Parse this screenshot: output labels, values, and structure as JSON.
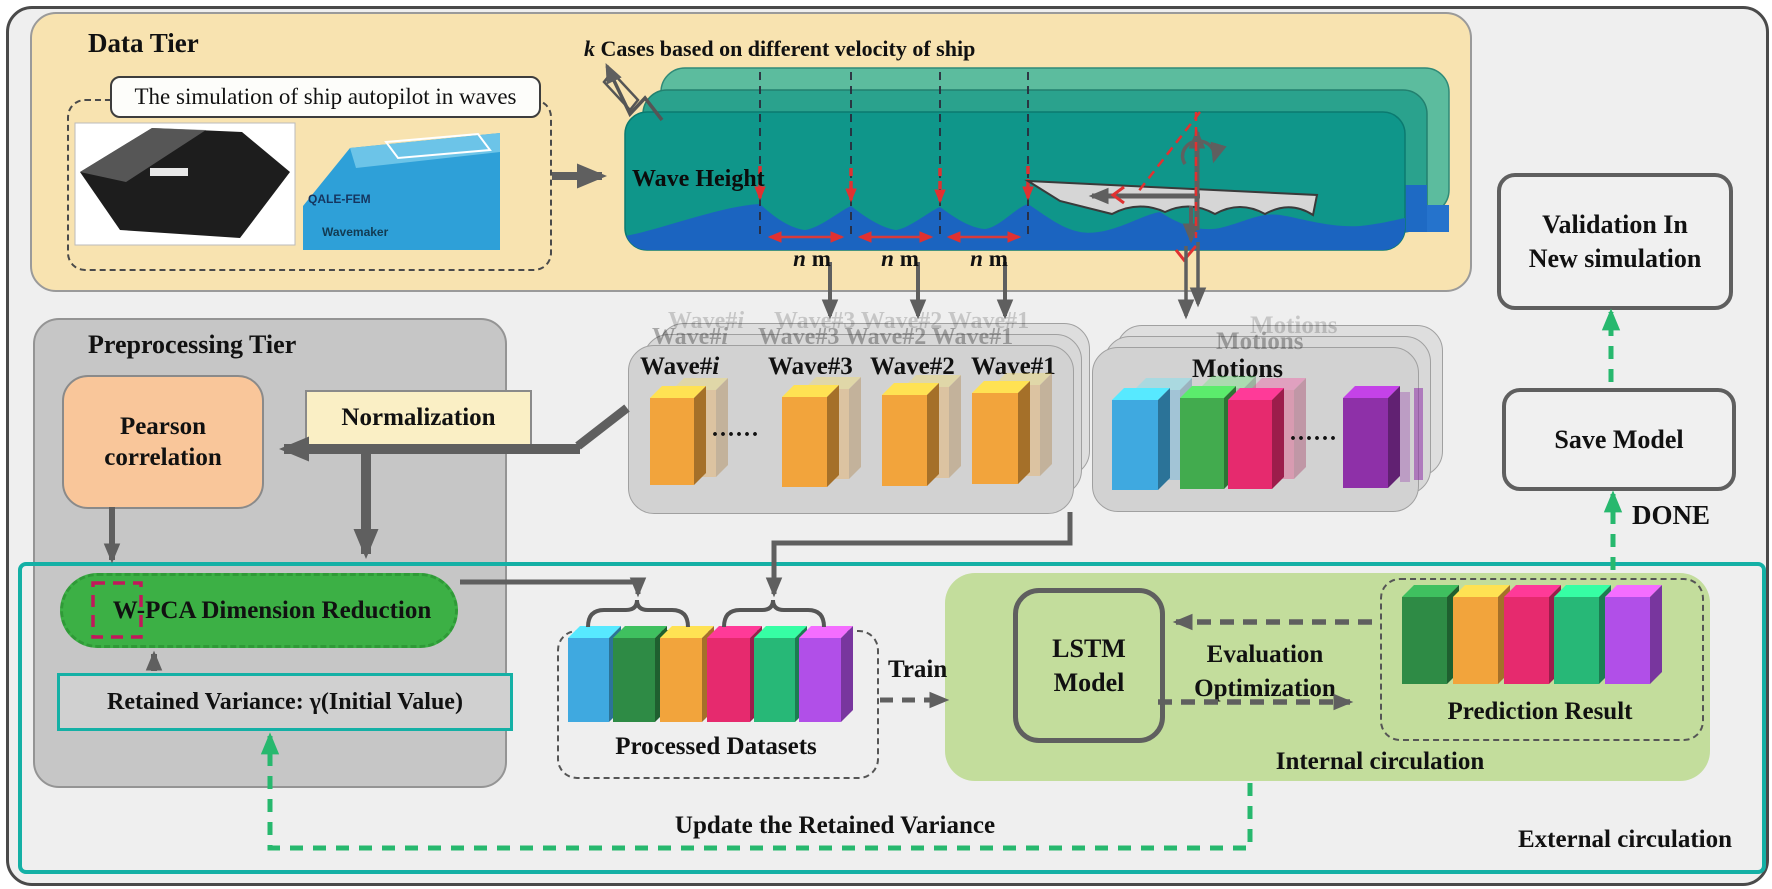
{
  "data_tier": {
    "title": "Data Tier",
    "sim_label": "The simulation of ship autopilot in waves",
    "qale_label": "QALE-FEM",
    "wavemaker_label": "Wavemaker",
    "k_italic": "k",
    "k_cases_rest": " Cases  based on different velocity of ship",
    "wave_height": "Wave Height",
    "n_italic": "n",
    "m_unit": "m"
  },
  "preprocessing": {
    "title": "Preprocessing Tier",
    "pearson_line1": "Pearson",
    "pearson_line2": "correlation",
    "normalization": "Normalization",
    "wpca": "W-PCA Dimension Reduction",
    "retained": "Retained Variance: γ(Initial Value)"
  },
  "panels": {
    "wave": {
      "label_i_prefix": "Wave#",
      "label_i_char": "i",
      "label_3": "Wave#3",
      "label_2": "Wave#2",
      "label_1": "Wave#1",
      "dots": "......"
    },
    "motions": {
      "label": "Motions",
      "dots": "......"
    }
  },
  "datasets": {
    "processed_label": "Processed Datasets",
    "train_label": "Train"
  },
  "model": {
    "lstm_line1": "LSTM",
    "lstm_line2": "Model",
    "eval_line1": "Evaluation",
    "eval_line2": "Optimization",
    "prediction_label": "Prediction Result",
    "internal_label": "Internal circulation"
  },
  "right_flow": {
    "validation_line1": "Validation In",
    "validation_line2": "New simulation",
    "save_label": "Save Model",
    "done_label": "DONE"
  },
  "bottom": {
    "update_label": "Update the Retained Variance",
    "external_label": "External circulation"
  },
  "colors": {
    "accent_teal": "#14b0a5",
    "green_dashed": "#27b86e",
    "arrow_gray": "#5f5f5f",
    "red_arrow": "#e03131",
    "magenta_bracket": "#c2185b",
    "pill_green": "#3cb045",
    "tier_yellow": "#f8e3b0",
    "preproc_gray": "#c6c6c6",
    "internal_green": "#c3dd9c",
    "pearson_peach": "#f9c69a",
    "normalization_yellow": "#faefc5",
    "wave_card_teal": "#0f968a",
    "sea_blue": "#1b64c0",
    "wave_bar": "#f2a43c",
    "motions_bars": [
      "#3fa9e0",
      "#42ab4e",
      "#e62a6e",
      "#8e30a8"
    ],
    "processed_bars": [
      "#3fa9e0",
      "#2e8b45",
      "#f2a43c",
      "#e62a6e",
      "#27b877",
      "#b14fe8"
    ],
    "prediction_bars": [
      "#2e8b45",
      "#f2a43c",
      "#e62a6e",
      "#27b877",
      "#b14fe8"
    ]
  }
}
